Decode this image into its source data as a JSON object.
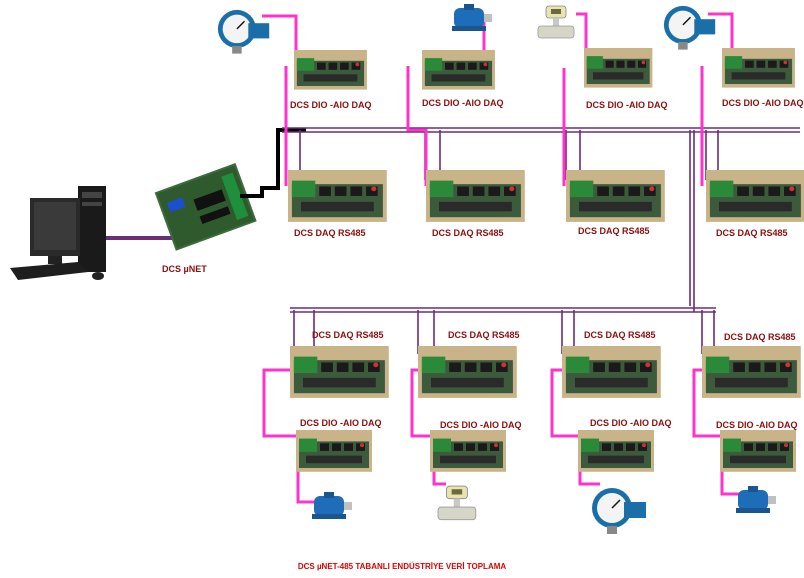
{
  "colors": {
    "wire_magenta": "#ff33cc",
    "bus_purple": "#6b2d78",
    "hub_line": "#000000",
    "label_red": "#8b0f0f",
    "caption_red": "#e00000"
  },
  "labels": {
    "dio_aio": "DCS DIO -AIO DAQ",
    "rs485": "DCS  DAQ RS485",
    "unet": "DCS µNET"
  },
  "caption": "DCS µNET-485  TABANLI  ENDÜSTRİYE VERİ TOPLAMA",
  "icons": {
    "computer": "desktop-computer-icon",
    "converter": "unet-converter-board-icon",
    "daq_board": "daq-board-icon",
    "pressure_gauge": "pressure-gauge-icon",
    "motor": "electric-motor-icon",
    "flow_meter": "flow-meter-icon"
  }
}
